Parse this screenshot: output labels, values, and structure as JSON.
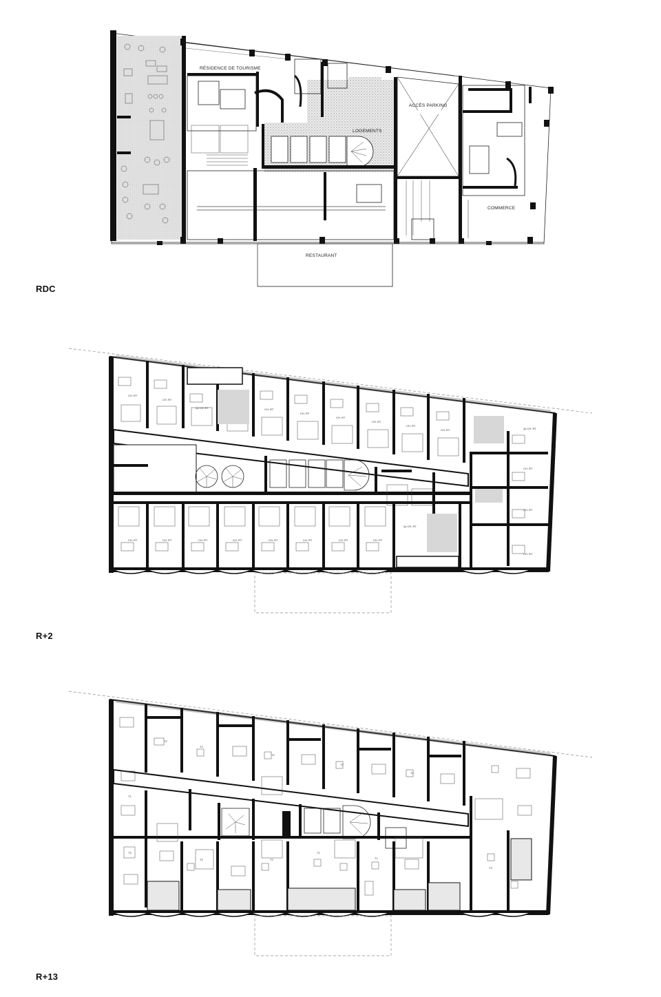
{
  "levels": [
    {
      "name": "RDC",
      "labels": {
        "residence": "RÉSIDENCE DE TOURISME",
        "parking": "ACCÈS PARKING",
        "logements": "LOGEMENTS",
        "commerce": "COMMERCE",
        "restaurant": "RESTAURANT"
      }
    },
    {
      "name": "R+2",
      "room_label": "CH. RT",
      "room_label_double": "2p CH. RT"
    },
    {
      "name": "R+13",
      "unit_t1": "T1",
      "unit_t2": "T2",
      "unit_t3": "T3"
    }
  ]
}
